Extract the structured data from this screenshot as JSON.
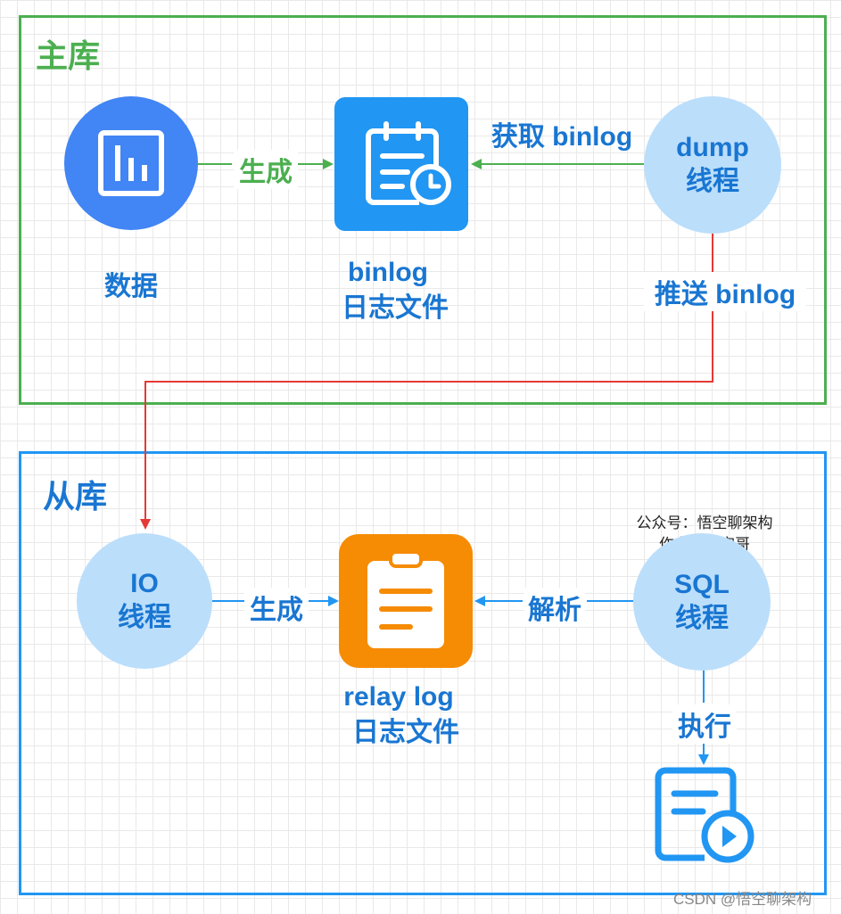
{
  "master": {
    "title": "主库",
    "data_label": "数据",
    "binlog_file_label": [
      "binlog",
      "日志文件"
    ],
    "dump_thread": [
      "dump",
      "线程"
    ],
    "arrow_generate": "生成",
    "arrow_fetch": "获取 binlog",
    "arrow_push": "推送 binlog"
  },
  "slave": {
    "title": "从库",
    "io_thread": [
      "IO",
      "线程"
    ],
    "relay_log_label": [
      "relay log",
      "日志文件"
    ],
    "sql_thread": [
      "SQL",
      "线程"
    ],
    "arrow_generate": "生成",
    "arrow_parse": "解析",
    "arrow_execute": "执行",
    "author_note": [
      "公众号：悟空聊架构",
      "作者：悟空哥"
    ]
  },
  "watermark": "CSDN @悟空聊架构",
  "colors": {
    "green": "#4caf50",
    "blue": "#2196f3",
    "red": "#e53935",
    "light_blue_circle": "#bbdefb",
    "data_circle": "#4285f4",
    "binlog_tile": "#2196f3",
    "relay_tile": "#f68b04"
  },
  "icons": [
    "bar-chart-icon",
    "calendar-clock-icon",
    "clipboard-list-icon",
    "document-play-icon"
  ]
}
